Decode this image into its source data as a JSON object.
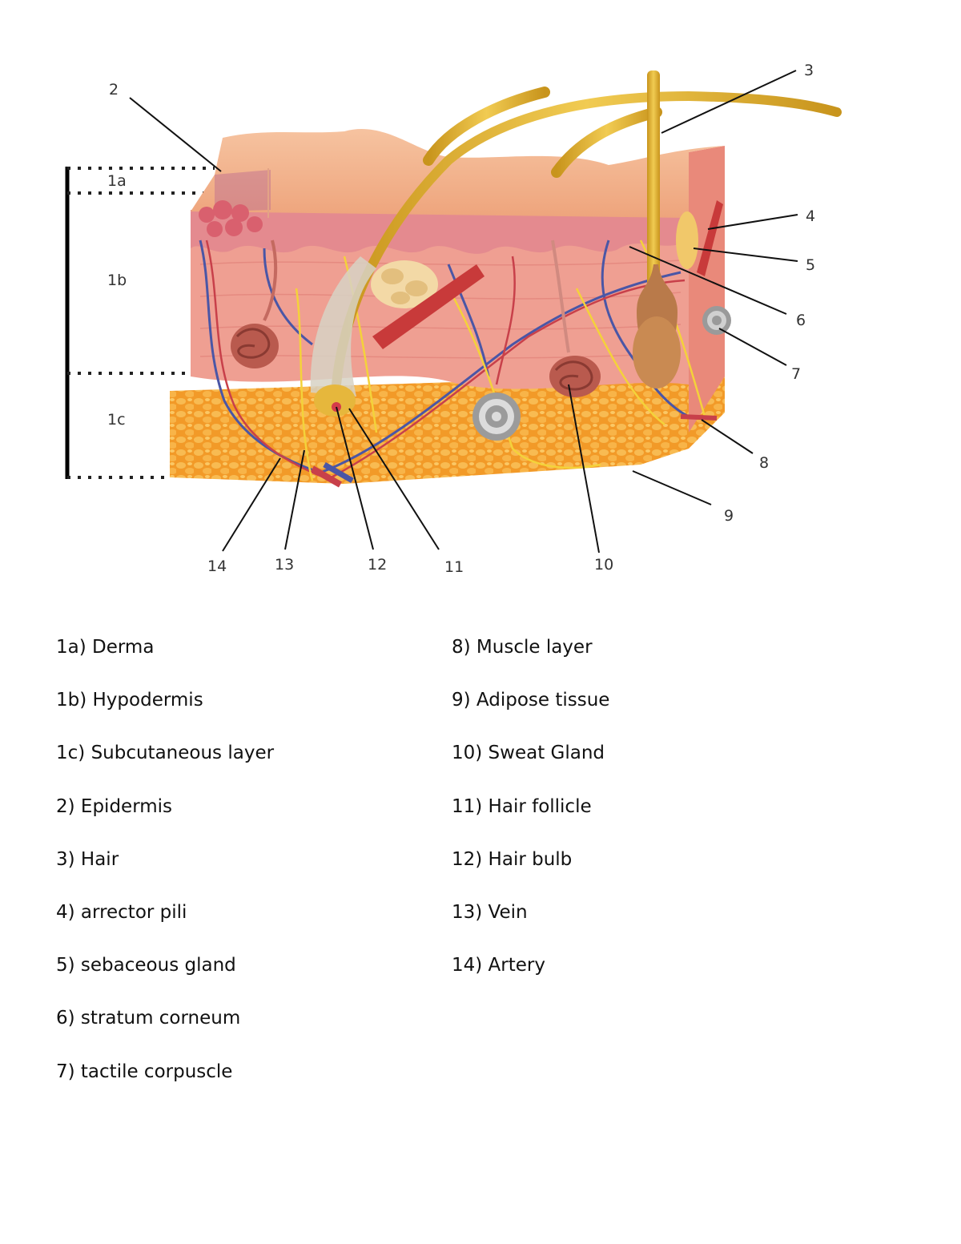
{
  "diagram": {
    "title": "",
    "layer_labels": [
      "1a",
      "1b",
      "1c"
    ],
    "callouts": [
      "2",
      "3",
      "4",
      "5",
      "6",
      "7",
      "8",
      "9",
      "10",
      "11",
      "12",
      "13",
      "14"
    ]
  },
  "legend": {
    "left": [
      "1a) Derma",
      "1b) Hypodermis",
      "1c) Subcutaneous layer",
      "2) Epidermis",
      "3) Hair",
      "4) arrector pili",
      "5) sebaceous gland",
      "6) stratum corneum",
      "7) tactile corpuscle"
    ],
    "right": [
      "8) Muscle layer",
      "9) Adipose tissue",
      "10) Sweat Gland",
      "11) Hair follicle",
      "12) Hair bulb",
      "13) Vein",
      "14) Artery"
    ]
  },
  "colors": {
    "epidermis": "#f2b08a",
    "dermis": "#eea08f",
    "adipose": "#f5a12e",
    "hair": "#e8b630",
    "vessel_vein": "#4a56a6",
    "vessel_artery": "#c8404a",
    "nerve": "#f4d23a"
  }
}
